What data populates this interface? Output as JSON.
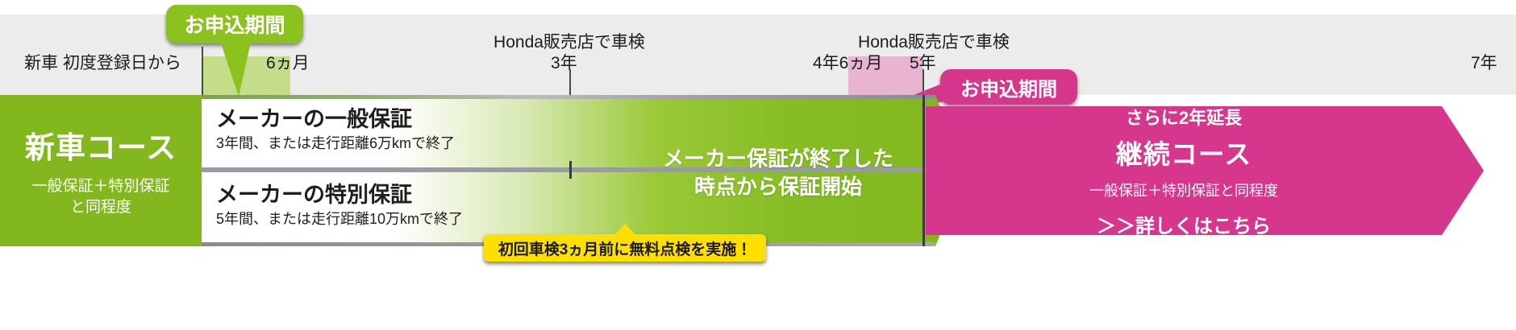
{
  "timeline": {
    "start_label": "新車  初度登録日から",
    "ticks": [
      {
        "label": "6ヵ月"
      },
      {
        "label": "3年"
      },
      {
        "label": "4年6ヵ月"
      },
      {
        "label": "5年"
      },
      {
        "label": "7年"
      }
    ],
    "inspection_label_1": "Honda販売店で車検",
    "inspection_label_2": "Honda販売店で車検"
  },
  "badges": {
    "green_apply": "お申込期間",
    "pink_apply": "お申込期間"
  },
  "new_car_course": {
    "title": "新車コース",
    "sub_line1": "一般保証＋特別保証",
    "sub_line2": "と同程度"
  },
  "warranty": {
    "general": {
      "title": "メーカーの一般保証",
      "detail": "3年間、または走行距離6万kmで終了"
    },
    "special": {
      "title": "メーカーの特別保証",
      "detail": "5年間、または走行距離10万kmで終了"
    },
    "arrow_note_line1": "メーカー保証が終了した",
    "arrow_note_line2": "時点から保証開始"
  },
  "callout": {
    "yellow_text": "初回車検3ヵ月前に無料点検を実施！"
  },
  "continuing_course": {
    "extend": "さらに2年延長",
    "title": "継続コース",
    "sub": "一般保証＋特別保証と同程度",
    "link": "＞＞詳しくはこちら"
  },
  "colors": {
    "green": "#82b81e",
    "light_green": "#c3dd8b",
    "badge_green": "#8cc220",
    "pink": "#d6368c",
    "light_pink": "#e8b4d2",
    "yellow": "#ffdf00",
    "band_gray": "#ececec"
  }
}
